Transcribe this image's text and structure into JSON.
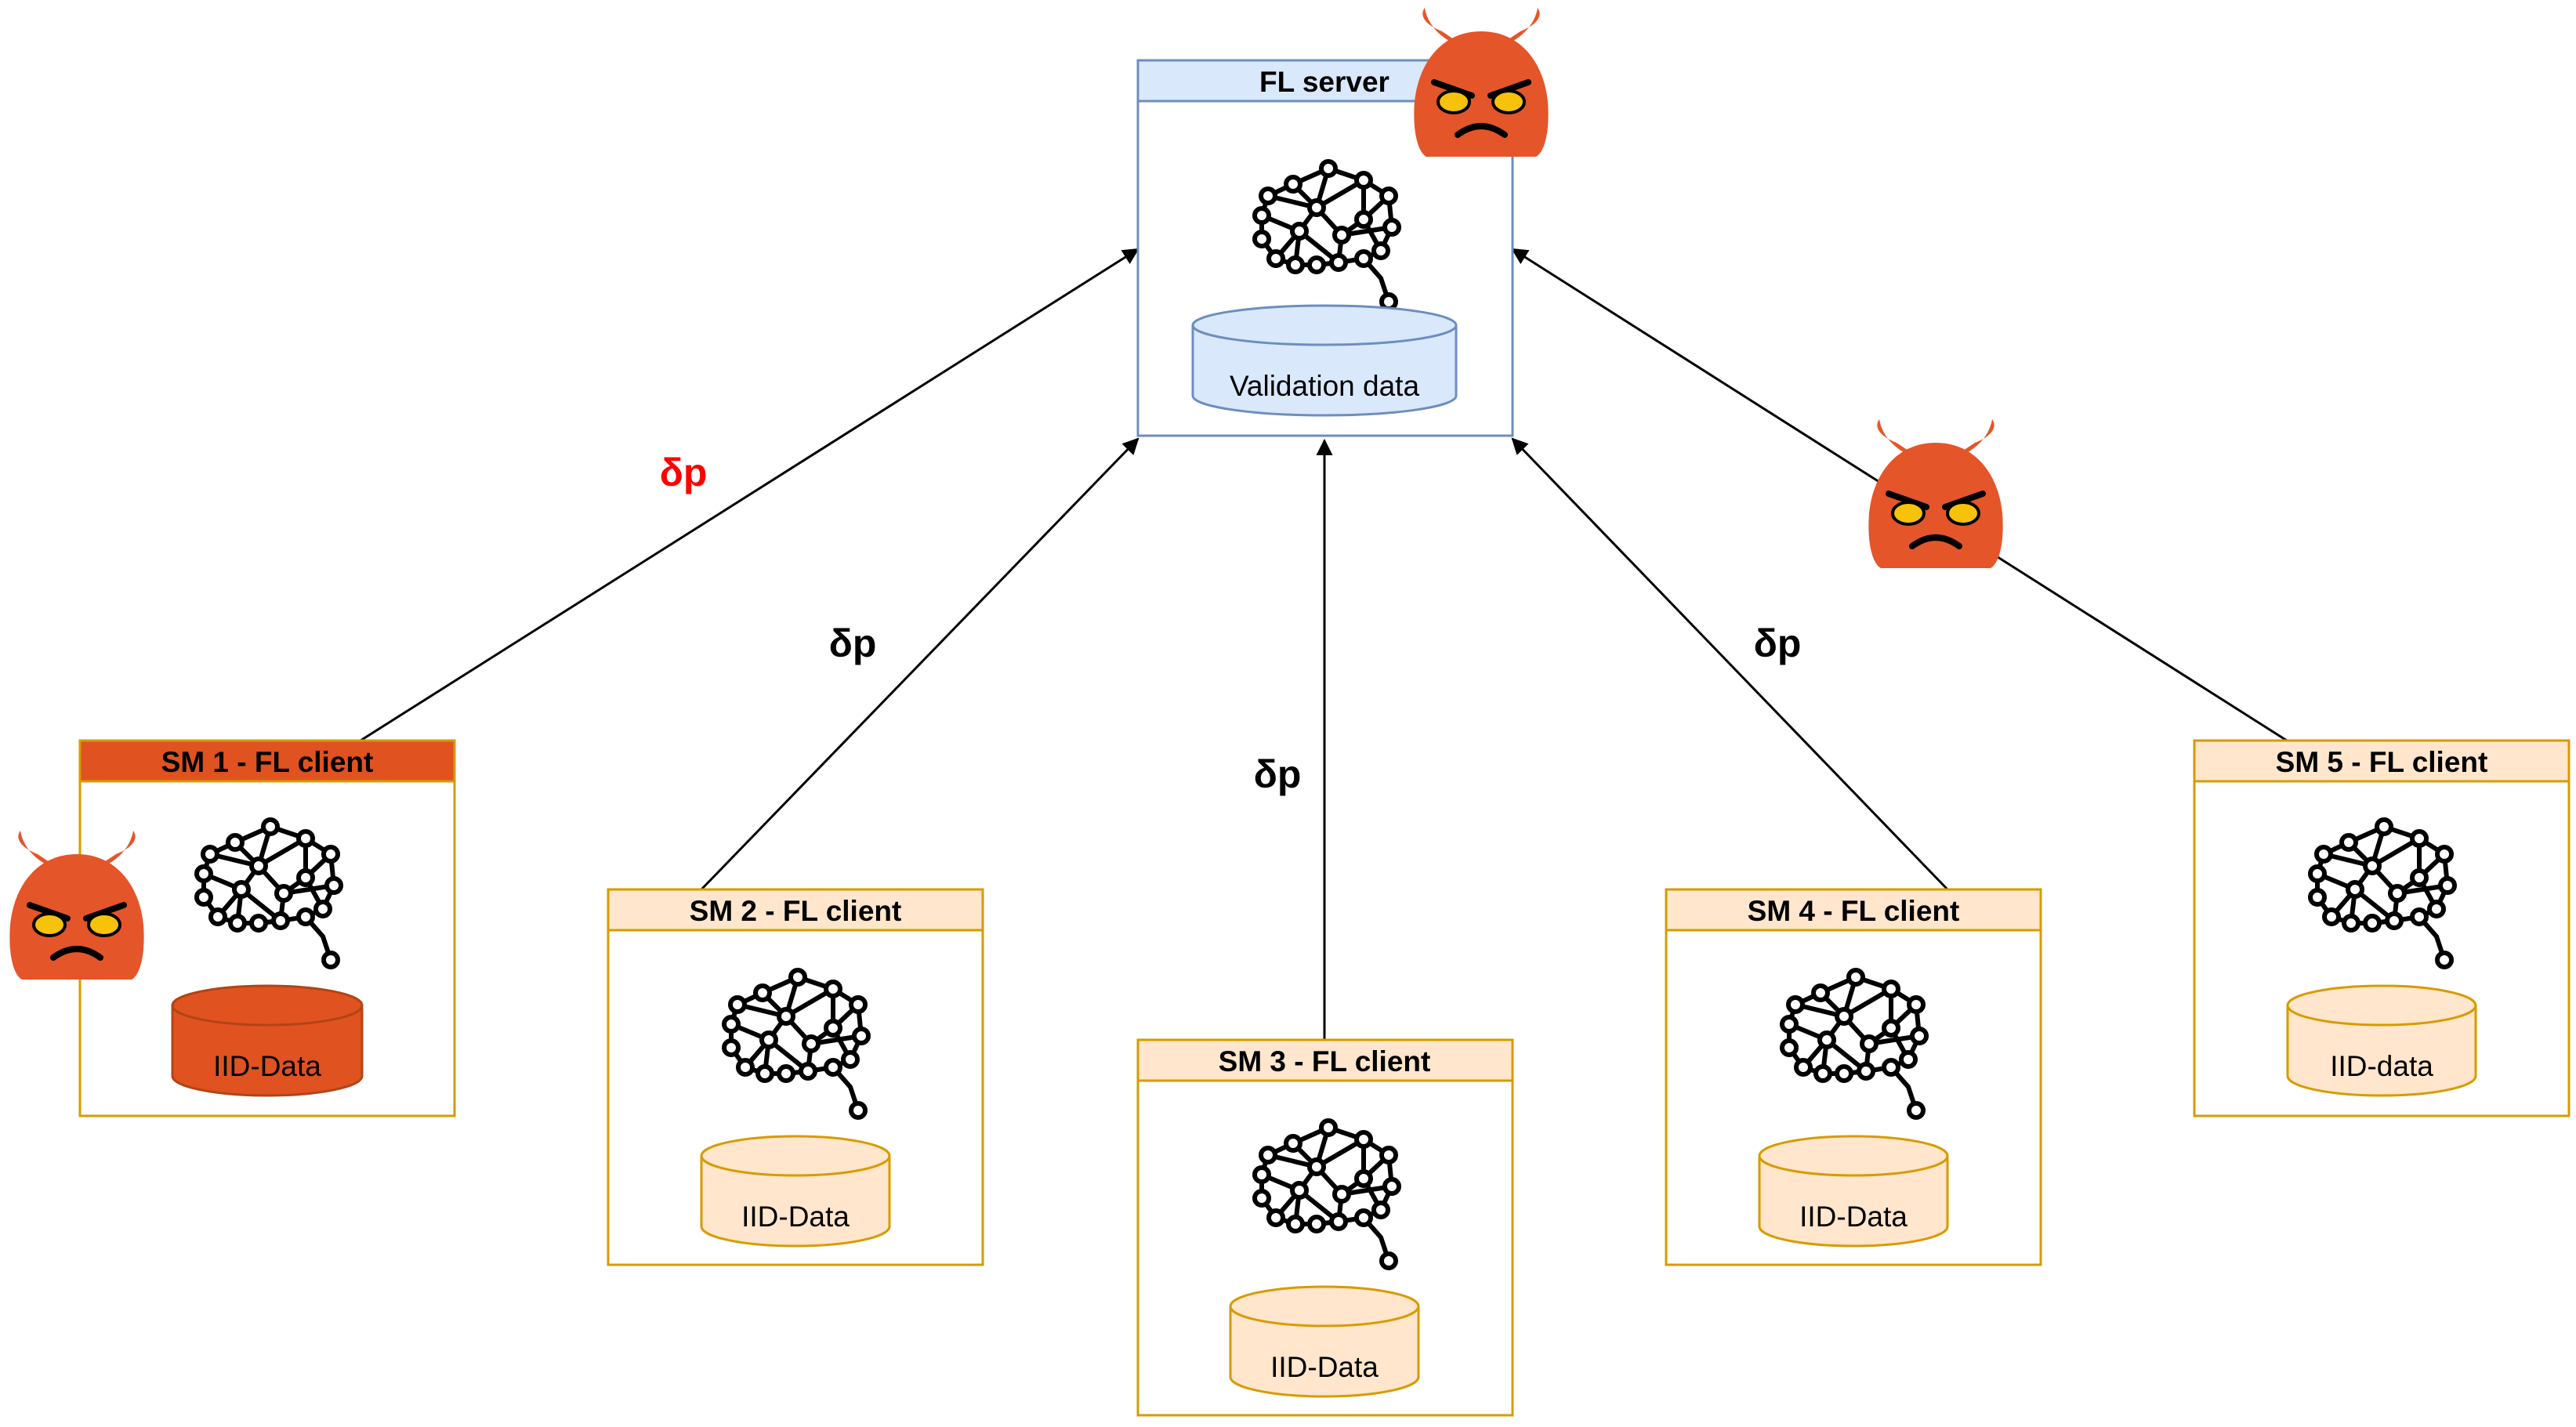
{
  "server": {
    "title": "FL server",
    "data_label": "Validation data"
  },
  "clients": [
    {
      "id": "sm1",
      "title": "SM 1 - FL client",
      "data_label": "IID-Data",
      "malicious": true
    },
    {
      "id": "sm2",
      "title": "SM 2 - FL client",
      "data_label": "IID-Data",
      "malicious": false
    },
    {
      "id": "sm3",
      "title": "SM 3 - FL client",
      "data_label": "IID-Data",
      "malicious": false
    },
    {
      "id": "sm4",
      "title": "SM 4 - FL client",
      "data_label": "IID-Data",
      "malicious": false
    },
    {
      "id": "sm5",
      "title": "SM 5 - FL client",
      "data_label": "IID-data",
      "malicious": false
    }
  ],
  "update_labels": [
    {
      "text": "δp",
      "color": "#ff0000"
    },
    {
      "text": "δp",
      "color": "#000000"
    },
    {
      "text": "δp",
      "color": "#000000"
    },
    {
      "text": "δp",
      "color": "#000000"
    }
  ],
  "icons": {
    "model": "neural-network-brain-icon",
    "data": "database-cylinder-icon",
    "attacker": "angry-devil-icon"
  },
  "colors": {
    "server_fill": "#dae8fc",
    "server_stroke": "#6c8ebf",
    "client_fill": "#ffe6cc",
    "client_stroke": "#d79b00",
    "malicious_fill": "#e0521f",
    "malicious_stroke": "#b04515",
    "devil": "#e4552a",
    "devil_eye": "#f6c20a",
    "red_label": "#ff0000"
  }
}
